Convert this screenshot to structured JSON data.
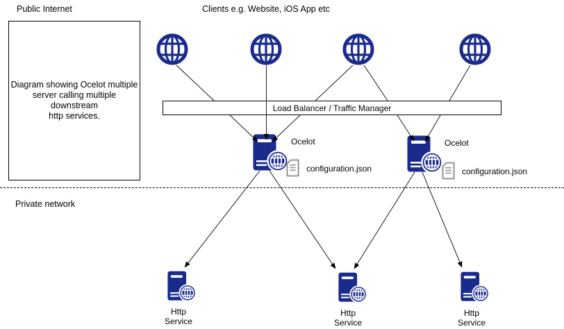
{
  "diagram": {
    "public_internet_label": "Public Internet",
    "clients_label": "Clients e.g. Website, iOS App etc",
    "private_network_label": "Private network",
    "load_balancer_label": "Load Balancer / Traffic Manager",
    "description_lines": [
      "Diagram showing Ocelot multiple",
      "server calling multiple downstream",
      "http services."
    ]
  },
  "gateways": [
    {
      "label": "Ocelot",
      "config_file": "configuration.json"
    },
    {
      "label": "Ocelot",
      "config_file": "configuration.json"
    }
  ],
  "services": [
    {
      "name_line1": "Http",
      "name_line2": "Service"
    },
    {
      "name_line1": "Http",
      "name_line2": "Service"
    },
    {
      "name_line1": "Http",
      "name_line2": "Service"
    }
  ],
  "connections": [
    {
      "from": "client-1",
      "to": "ocelot-1"
    },
    {
      "from": "client-2",
      "to": "ocelot-1"
    },
    {
      "from": "client-3",
      "to": "ocelot-1"
    },
    {
      "from": "client-3",
      "to": "ocelot-2"
    },
    {
      "from": "client-4",
      "to": "ocelot-2"
    },
    {
      "from": "ocelot-1",
      "to": "http-service-1"
    },
    {
      "from": "ocelot-1",
      "to": "http-service-2"
    },
    {
      "from": "ocelot-2",
      "to": "http-service-2"
    },
    {
      "from": "ocelot-2",
      "to": "http-service-3"
    }
  ],
  "icons": {
    "client": "globe-icon",
    "gateway": "server-globe-icon",
    "service": "server-globe-icon",
    "config": "document-icon"
  },
  "colors": {
    "icon_navy": "#1a2b8e",
    "doc_gray": "#8f8f8f",
    "line_black": "#1a1a1a"
  }
}
